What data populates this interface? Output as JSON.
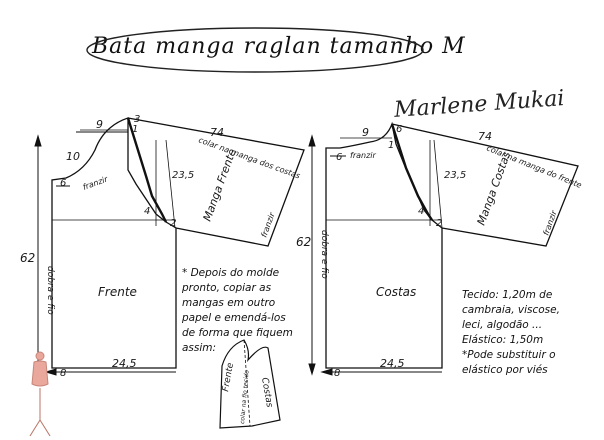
{
  "title": "Bata manga raglan tamanho M",
  "signature": "Marlene Mukai",
  "labels": {
    "num_9": "9",
    "num_74": "74",
    "num_10": "10",
    "num_6": "6",
    "num_3": "3",
    "num_1": "1",
    "num_23_5": "23,5",
    "num_4": "4",
    "num_2": "2",
    "num_62": "62",
    "num_8": "8",
    "num_24_5": "24,5",
    "franzir": "franzir",
    "colar_manga_costas": "colar na manga dos costas",
    "colar_manga_frente": "colar na manga do frente",
    "manga_frente": "Manga Frente",
    "manga_costas": "Manga Costas",
    "dobra_tecido": "dobra e fio",
    "frente": "Frente",
    "costas": "Costas",
    "mini_frente": "Frente",
    "mini_costas": "Costas",
    "mini_colar": "colar na fio tecido"
  },
  "note_left": [
    "* Depois do molde",
    "pronto, copiar as",
    "mangas em outro",
    "papel e emendá-los",
    "de forma que fiquem",
    "assim:"
  ],
  "note_right": [
    "Tecido: 1,20m de",
    "cambraia, viscose,",
    "leci, algodão ...",
    "Elástico: 1,50m",
    "*Pode substituir o",
    "elástico por viés"
  ]
}
